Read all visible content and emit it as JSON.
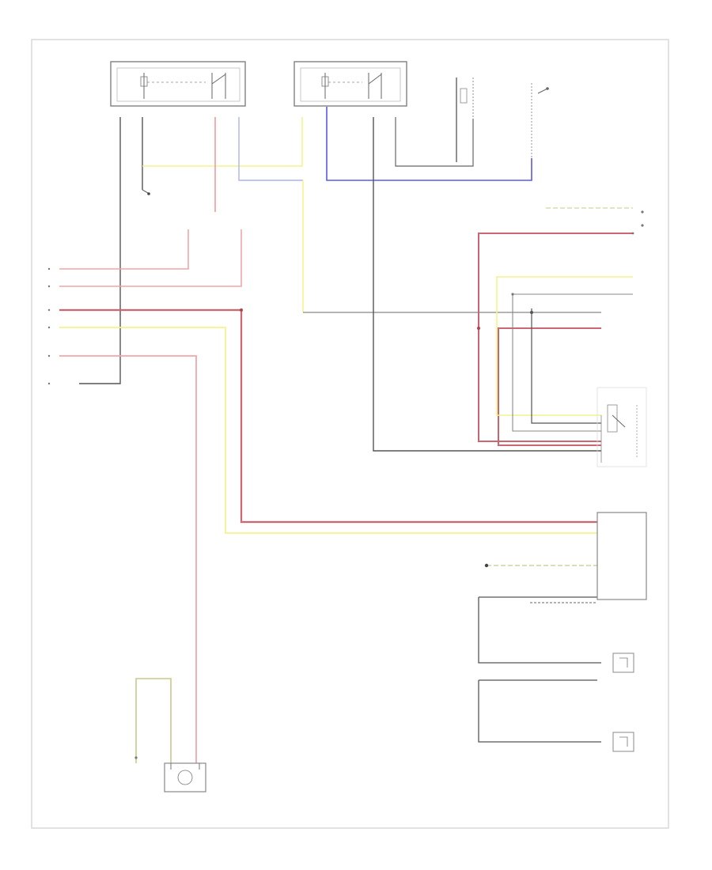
{
  "diagram": {
    "footer_id": "",
    "wire_colors": {
      "red": "#f2a5aa",
      "red_dark": "#b5414e",
      "yellow": "#f3f38d",
      "blue": "#5a5ae6",
      "light_blue": "#aab4f0",
      "gray": "#555555",
      "black": "#555555"
    },
    "components": [
      {
        "id": "switch-left",
        "label": ""
      },
      {
        "id": "switch-right",
        "label": ""
      },
      {
        "id": "relay-a",
        "label": ""
      },
      {
        "id": "relay-b",
        "label": ""
      },
      {
        "id": "relay-c",
        "label": ""
      },
      {
        "id": "control-module",
        "label": ""
      },
      {
        "id": "bottom-motor",
        "label": ""
      },
      {
        "id": "sensor-a",
        "label": ""
      },
      {
        "id": "sensor-b",
        "label": ""
      }
    ]
  }
}
